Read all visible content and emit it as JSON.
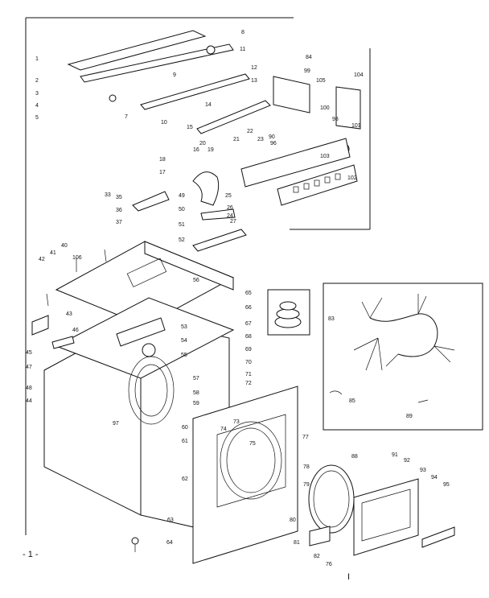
{
  "page": {
    "number": "- 1 -",
    "corner_mark": "I"
  },
  "callouts": [
    "1",
    "2",
    "3",
    "4",
    "5",
    "7",
    "8",
    "9",
    "10",
    "11",
    "12",
    "13",
    "14",
    "15",
    "16",
    "17",
    "18",
    "19",
    "20",
    "21",
    "22",
    "23",
    "24",
    "25",
    "26",
    "27",
    "33",
    "35",
    "36",
    "37",
    "40",
    "41",
    "42",
    "43",
    "44",
    "45",
    "46",
    "47",
    "48",
    "49",
    "50",
    "51",
    "52",
    "53",
    "54",
    "55",
    "56",
    "57",
    "58",
    "59",
    "60",
    "61",
    "62",
    "63",
    "64",
    "65",
    "66",
    "67",
    "68",
    "69",
    "70",
    "71",
    "72",
    "73",
    "74",
    "75",
    "76",
    "77",
    "78",
    "79",
    "80",
    "81",
    "82",
    "83",
    "84",
    "85",
    "88",
    "89",
    "90",
    "91",
    "92",
    "93",
    "94",
    "95",
    "96",
    "97",
    "98",
    "99",
    "100",
    "101",
    "102",
    "103",
    "104",
    "105",
    "106"
  ]
}
